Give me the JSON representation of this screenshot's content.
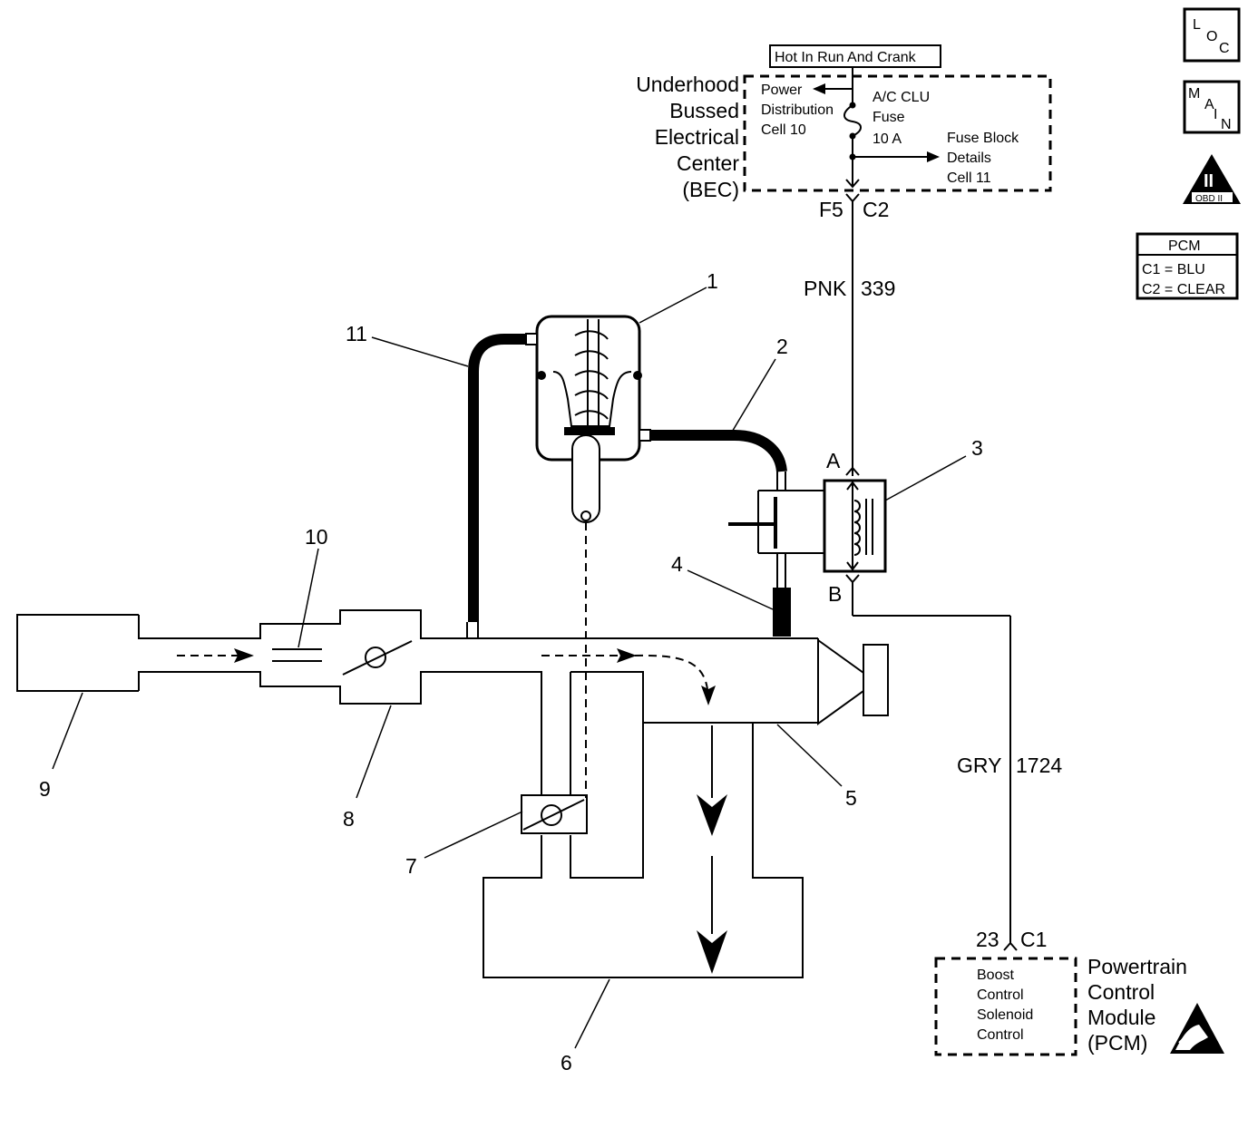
{
  "bec": {
    "name_lines": [
      "Underhood",
      "Bussed",
      "Electrical",
      "Center",
      "(BEC)"
    ],
    "hot_label": "Hot In Run And Crank",
    "power_dist": [
      "Power",
      "Distribution",
      "Cell 10"
    ],
    "fuse": [
      "A/C CLU",
      "Fuse",
      "10 A"
    ],
    "fuse_block": [
      "Fuse Block",
      "Details",
      "Cell 11"
    ],
    "connector_pin": "F5",
    "connector_id": "C2"
  },
  "wires": {
    "supply_color": "PNK",
    "supply_circuit": "339",
    "signal_color": "GRY",
    "signal_circuit": "1724"
  },
  "solenoid": {
    "pin_a": "A",
    "pin_b": "B"
  },
  "pcm": {
    "connector_pin": "23",
    "connector_id": "C1",
    "name_lines": [
      "Powertrain",
      "Control",
      "Module",
      "(PCM)"
    ],
    "function_lines": [
      "Boost",
      "Control",
      "Solenoid",
      "Control"
    ]
  },
  "legend": {
    "loc": [
      "L",
      "O",
      "C"
    ],
    "main": [
      "M",
      "A",
      "I",
      "N"
    ],
    "obd": "OBD II",
    "obd_numeral": "II",
    "pcm_title": "PCM",
    "pcm_c1": "C1 = BLU",
    "pcm_c2": "C2 = CLEAR"
  },
  "callouts": [
    "1",
    "2",
    "3",
    "4",
    "5",
    "6",
    "7",
    "8",
    "9",
    "10",
    "11"
  ]
}
